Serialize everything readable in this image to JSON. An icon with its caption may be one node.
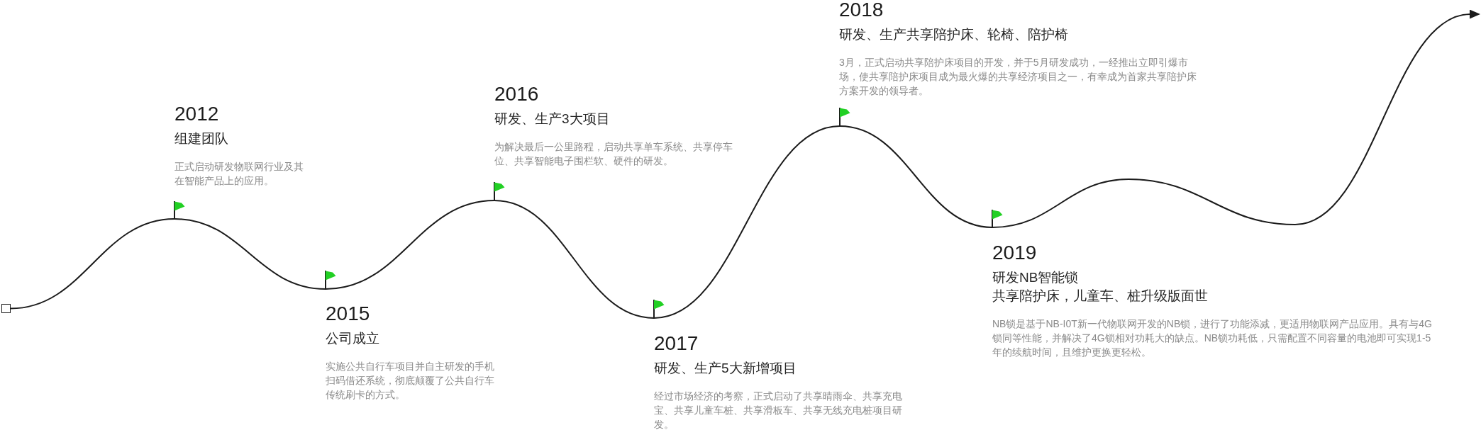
{
  "diagram": {
    "nodes": [
      {
        "text": [],
        "shape": "box"
      },
      {
        "text": [
          "2012",
          "组建团队",
          "正式启动研发物联网行业及其在智能产品上的应用。"
        ]
      },
      {
        "text": [
          "2015",
          "公司成立",
          "实施公共自行车项目并自主研发的手机扫码借还系统，彻底颠覆了公共自行车传统刷卡的方式。"
        ]
      },
      {
        "text": [
          "2016",
          "研发、生产3大项目",
          "为解决最后一公里路程，启动共享单车系统、共享停车位、共享智能电子围栏软、硬件的研发。"
        ]
      },
      {
        "text": [
          "2017",
          "研发、生产5大新增项目",
          "经过市场经济的考察，正式启动了共享晴雨伞、共享充电宝、共享儿童车桩、共享滑板车、共享无线充电桩项目研发。"
        ]
      },
      {
        "text": [
          "2018",
          "研发、生产共享陪护床、轮椅、陪护椅",
          "3月，正式启动共享陪护床项目的开发，并于5月研发成功，一经推出立即引爆市场，使共享陪护床项目成为最火爆的共享经济项目之一，有幸成为首家共享陪护床方案开发的领导者。"
        ]
      },
      {
        "text": [
          "2019",
          "研发NB智能锁",
          "共享陪护床，儿童车、桩升级版面世",
          "NB锁是基于NB-I0T新一代物联网开发的NB锁，进行了功能添减，更适用物联网产品应用。具有与4G锁同等性能，并解决了4G锁相对功耗大的缺点。NB锁功耗低，只需配置不同容量的电池即可实现1-5年的续航时间，且维护更换更轻松。"
        ]
      },
      {
        "text": [],
        "shape": "flag"
      },
      {
        "text": [],
        "shape": "flag"
      },
      {
        "text": [],
        "shape": "flag"
      },
      {
        "text": [],
        "shape": "flag"
      },
      {
        "text": [],
        "shape": "flag"
      },
      {
        "text": [],
        "shape": "flag"
      }
    ],
    "edges": [
      {
        "from": 0,
        "to": 7,
        "arrow": "none"
      },
      {
        "from": 7,
        "to": 8,
        "arrow": "none"
      },
      {
        "from": 8,
        "to": 9,
        "arrow": "none"
      },
      {
        "from": 9,
        "to": 10,
        "arrow": "none"
      },
      {
        "from": 10,
        "to": 11,
        "arrow": "none"
      },
      {
        "from": 11,
        "to": 12,
        "arrow": "none"
      },
      {
        "from": 12,
        "to": null,
        "arrow": "to"
      }
    ]
  }
}
